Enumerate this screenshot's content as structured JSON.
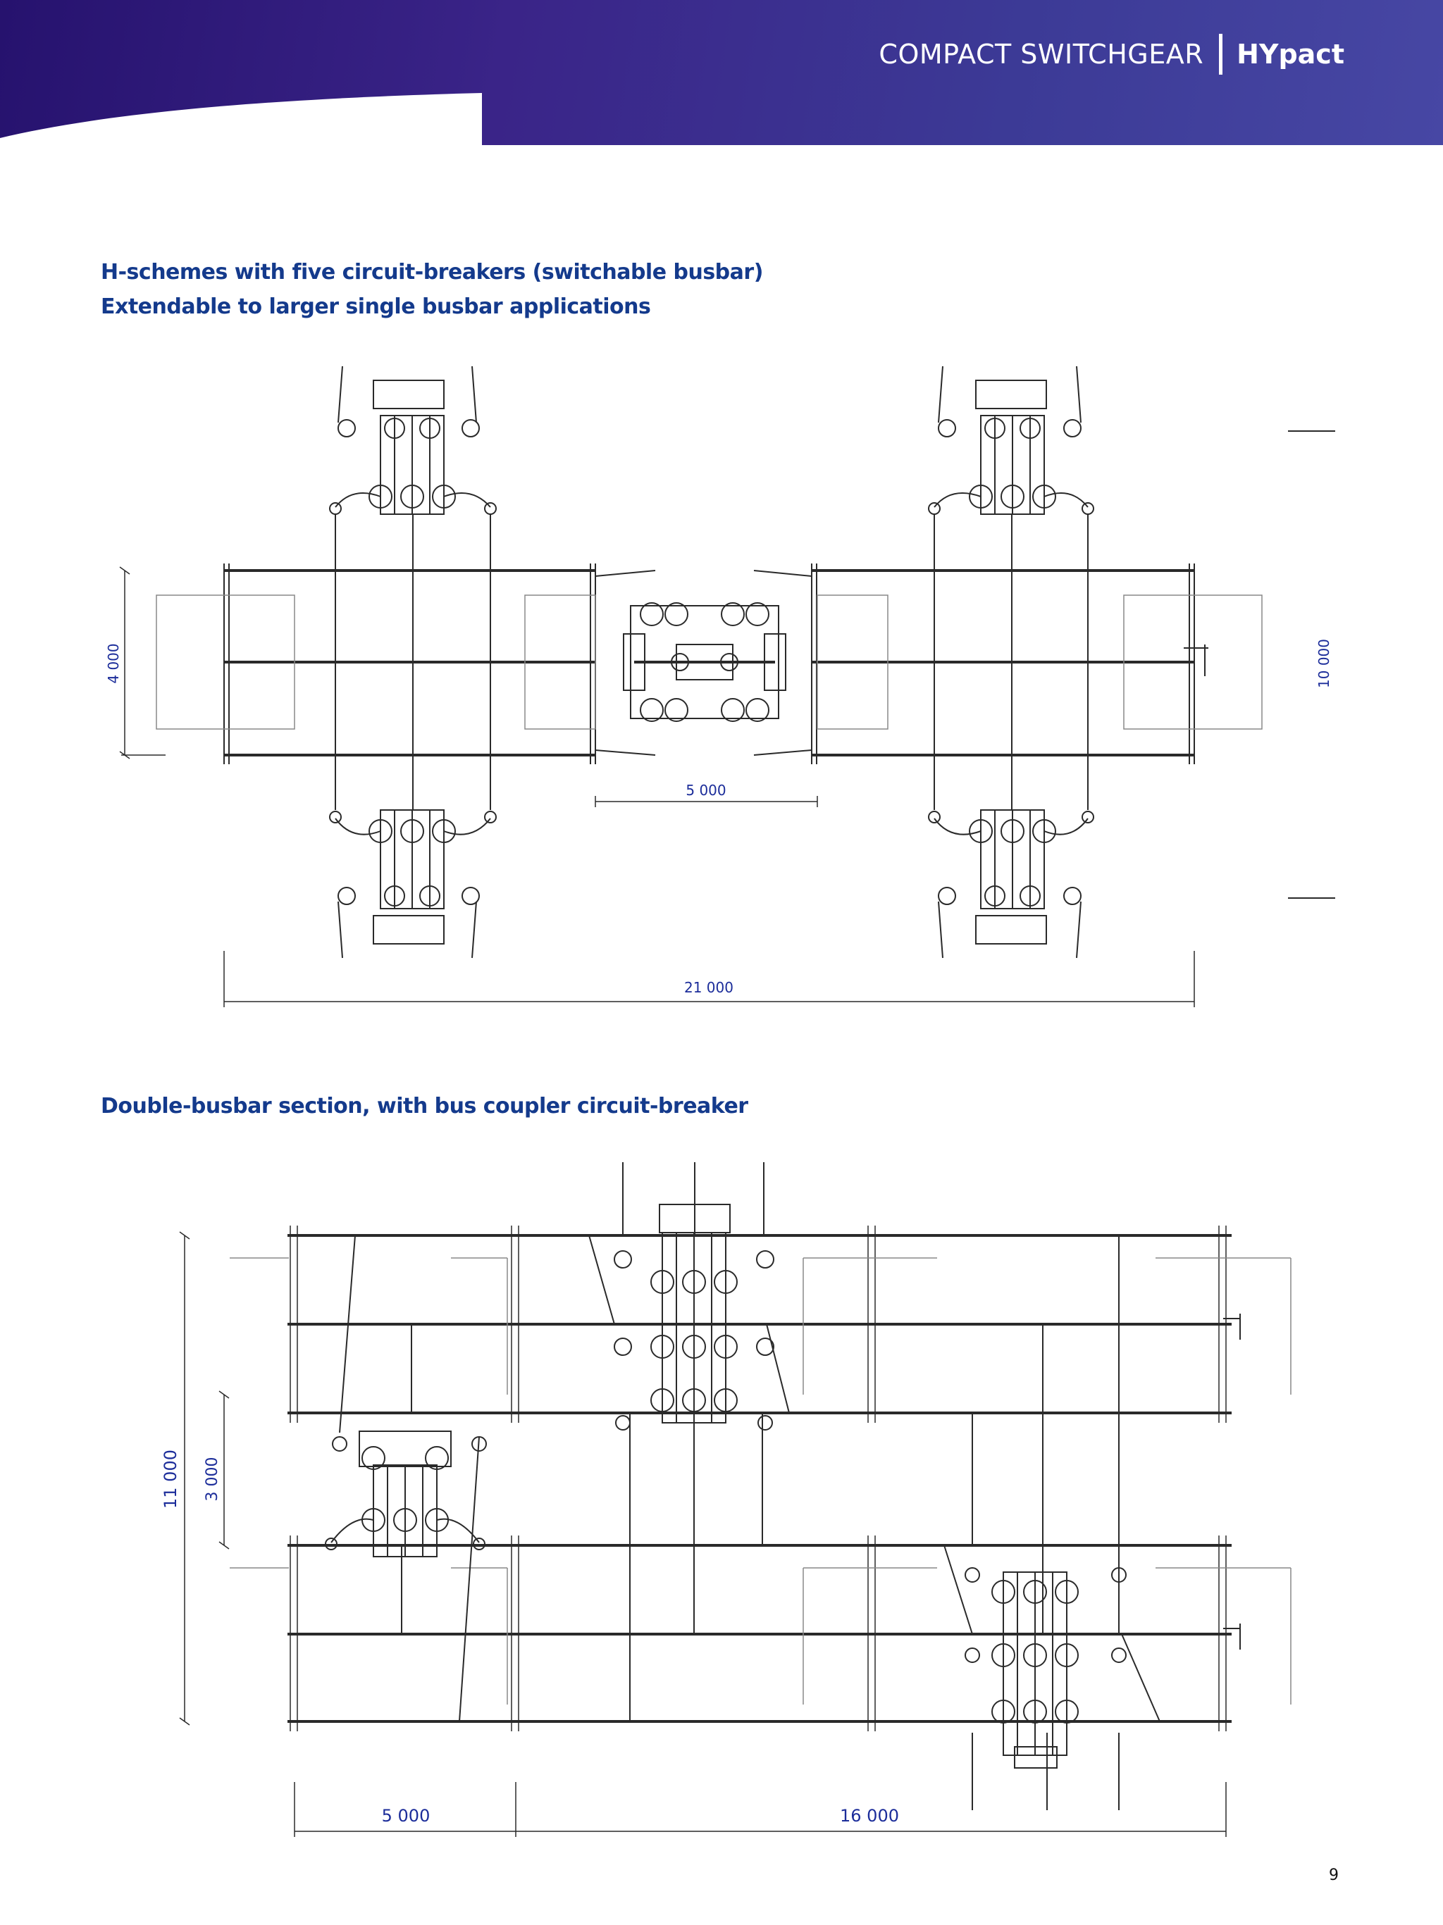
{
  "header": {
    "product_line": "COMPACT SWITCHGEAR",
    "brand": "HYpact",
    "background_colors": [
      "#26126e",
      "#4747a4"
    ]
  },
  "section_1": {
    "heading_line_1": "H-schemes with five circuit-breakers (switchable busbar)",
    "heading_line_2": "Extendable to larger single busbar applications",
    "dimensions": {
      "left_height": "4 000",
      "right_height": "10 000",
      "center_gap": "5 000",
      "total_width": "21 000"
    }
  },
  "section_2": {
    "heading": "Double-busbar section, with bus coupler circuit-breaker",
    "dimensions": {
      "total_height": "11 000",
      "busbar_spacing": "3 000",
      "left_width": "5 000",
      "right_width": "16 000"
    }
  },
  "footer": {
    "page_number": "9"
  },
  "colors": {
    "heading": "#143a8c",
    "dimension": "#1c2d9a",
    "drawing_line": "#2a2a2a"
  }
}
